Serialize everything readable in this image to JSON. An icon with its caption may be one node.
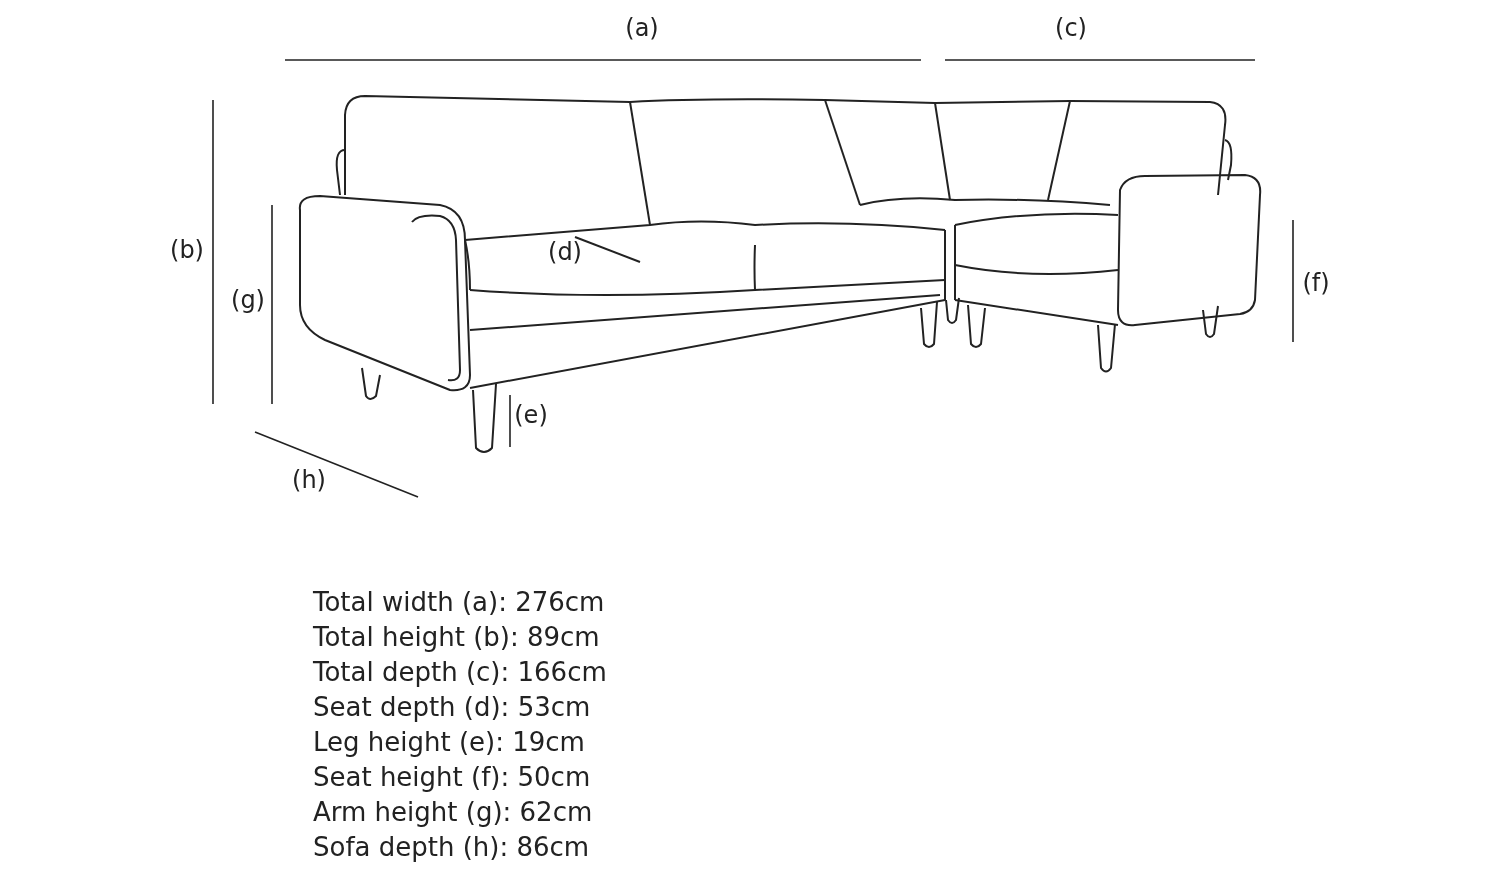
{
  "diagram": {
    "labels": [
      "(a)",
      "(c)",
      "(b)",
      "(d)",
      "(g)",
      "(f)",
      "(e)",
      "(h)",
      "Total width (a): 276cm",
      "Total height (b): 89cm",
      "Total depth (c): 166cm",
      "Seat depth (d): 53cm",
      "Leg height (e): 19cm",
      "Seat height (f): 50cm",
      "Arm height (g): 62cm",
      "Sofa depth (h): 86cm"
    ]
  }
}
